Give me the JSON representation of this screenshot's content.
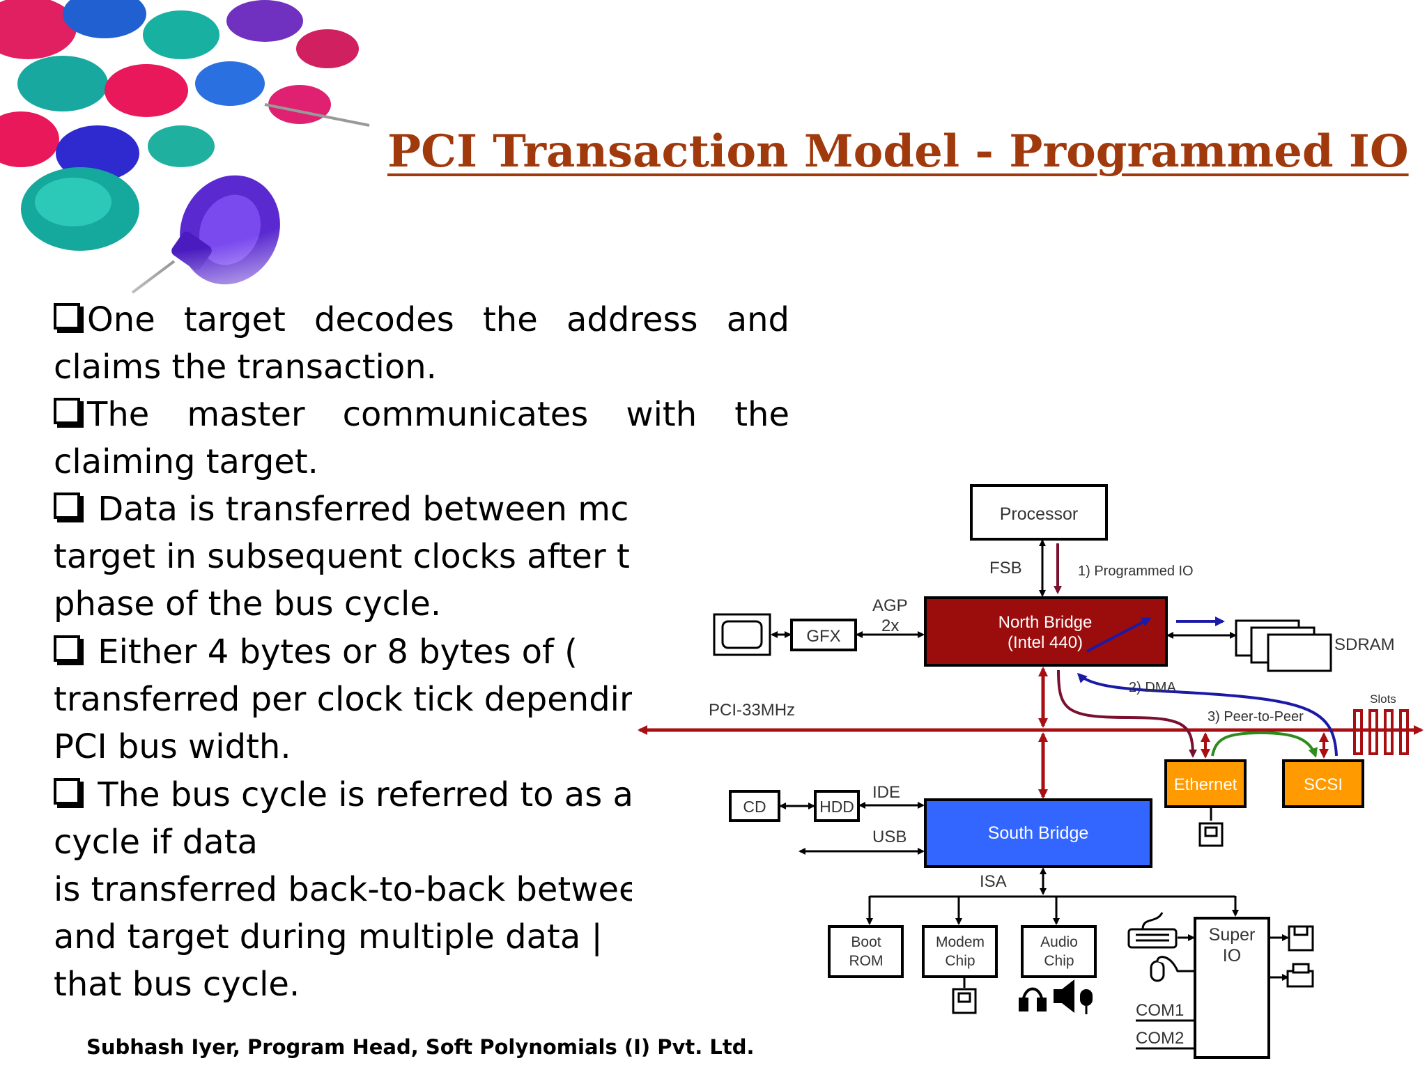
{
  "slide": {
    "title": "PCI Transaction Model - Programmed IO",
    "footer": "Subhash Iyer, Program Head, Soft Polynomials (I) Pvt. Ltd."
  },
  "bullets": [
    {
      "lines": [
        "One target decodes the address and",
        "claims the transaction."
      ]
    },
    {
      "lines": [
        "The master communicates with the",
        "claiming target."
      ]
    },
    {
      "lines": [
        "Data is transferred between mc",
        "target in subsequent clocks after th",
        "phase of the bus cycle."
      ]
    },
    {
      "lines": [
        "Either 4 bytes or 8 bytes of (",
        "transferred per clock tick dependir",
        "PCI bus width."
      ]
    },
    {
      "lines": [
        "The bus cycle is referred to as a",
        "cycle if data",
        "is transferred back-to-back betwee",
        "and target during multiple data |",
        "that bus cycle."
      ]
    }
  ],
  "diagram": {
    "processor": "Processor",
    "fsb": "FSB",
    "step1": "1) Programmed IO",
    "agp": [
      "AGP",
      "2x"
    ],
    "gfx": "GFX",
    "north_bridge": [
      "North Bridge",
      "(Intel 440)"
    ],
    "sdram": "SDRAM",
    "step2": "2) DMA",
    "step3": "3) Peer-to-Peer",
    "slots": "Slots",
    "pci_bus": "PCI-33MHz",
    "ethernet": "Ethernet",
    "scsi": "SCSI",
    "cd": "CD",
    "hdd": "HDD",
    "ide": "IDE",
    "usb": "USB",
    "south_bridge": "South Bridge",
    "isa": "ISA",
    "boot_rom": [
      "Boot",
      "ROM"
    ],
    "modem_chip": [
      "Modem",
      "Chip"
    ],
    "audio_chip": [
      "Audio",
      "Chip"
    ],
    "super_io": [
      "Super",
      "IO"
    ],
    "com1": "COM1",
    "com2": "COM2",
    "colors": {
      "title": "#a0390c",
      "north_bridge": "#9b0d0d",
      "south_bridge": "#3366ff",
      "pci_bus": "#a80f12",
      "device_orange": "#ff9a00",
      "dma_arrow": "#1a1aa6",
      "p2p_arrow": "#2e8b1e",
      "pio_arrow": "#7a1030"
    }
  }
}
